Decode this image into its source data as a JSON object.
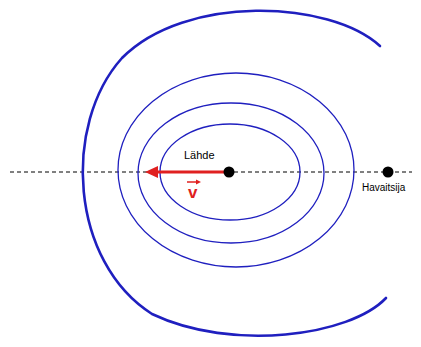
{
  "diagram": {
    "labels": [
      "Lähde",
      "Havaitsija",
      "v"
    ]
  }
}
